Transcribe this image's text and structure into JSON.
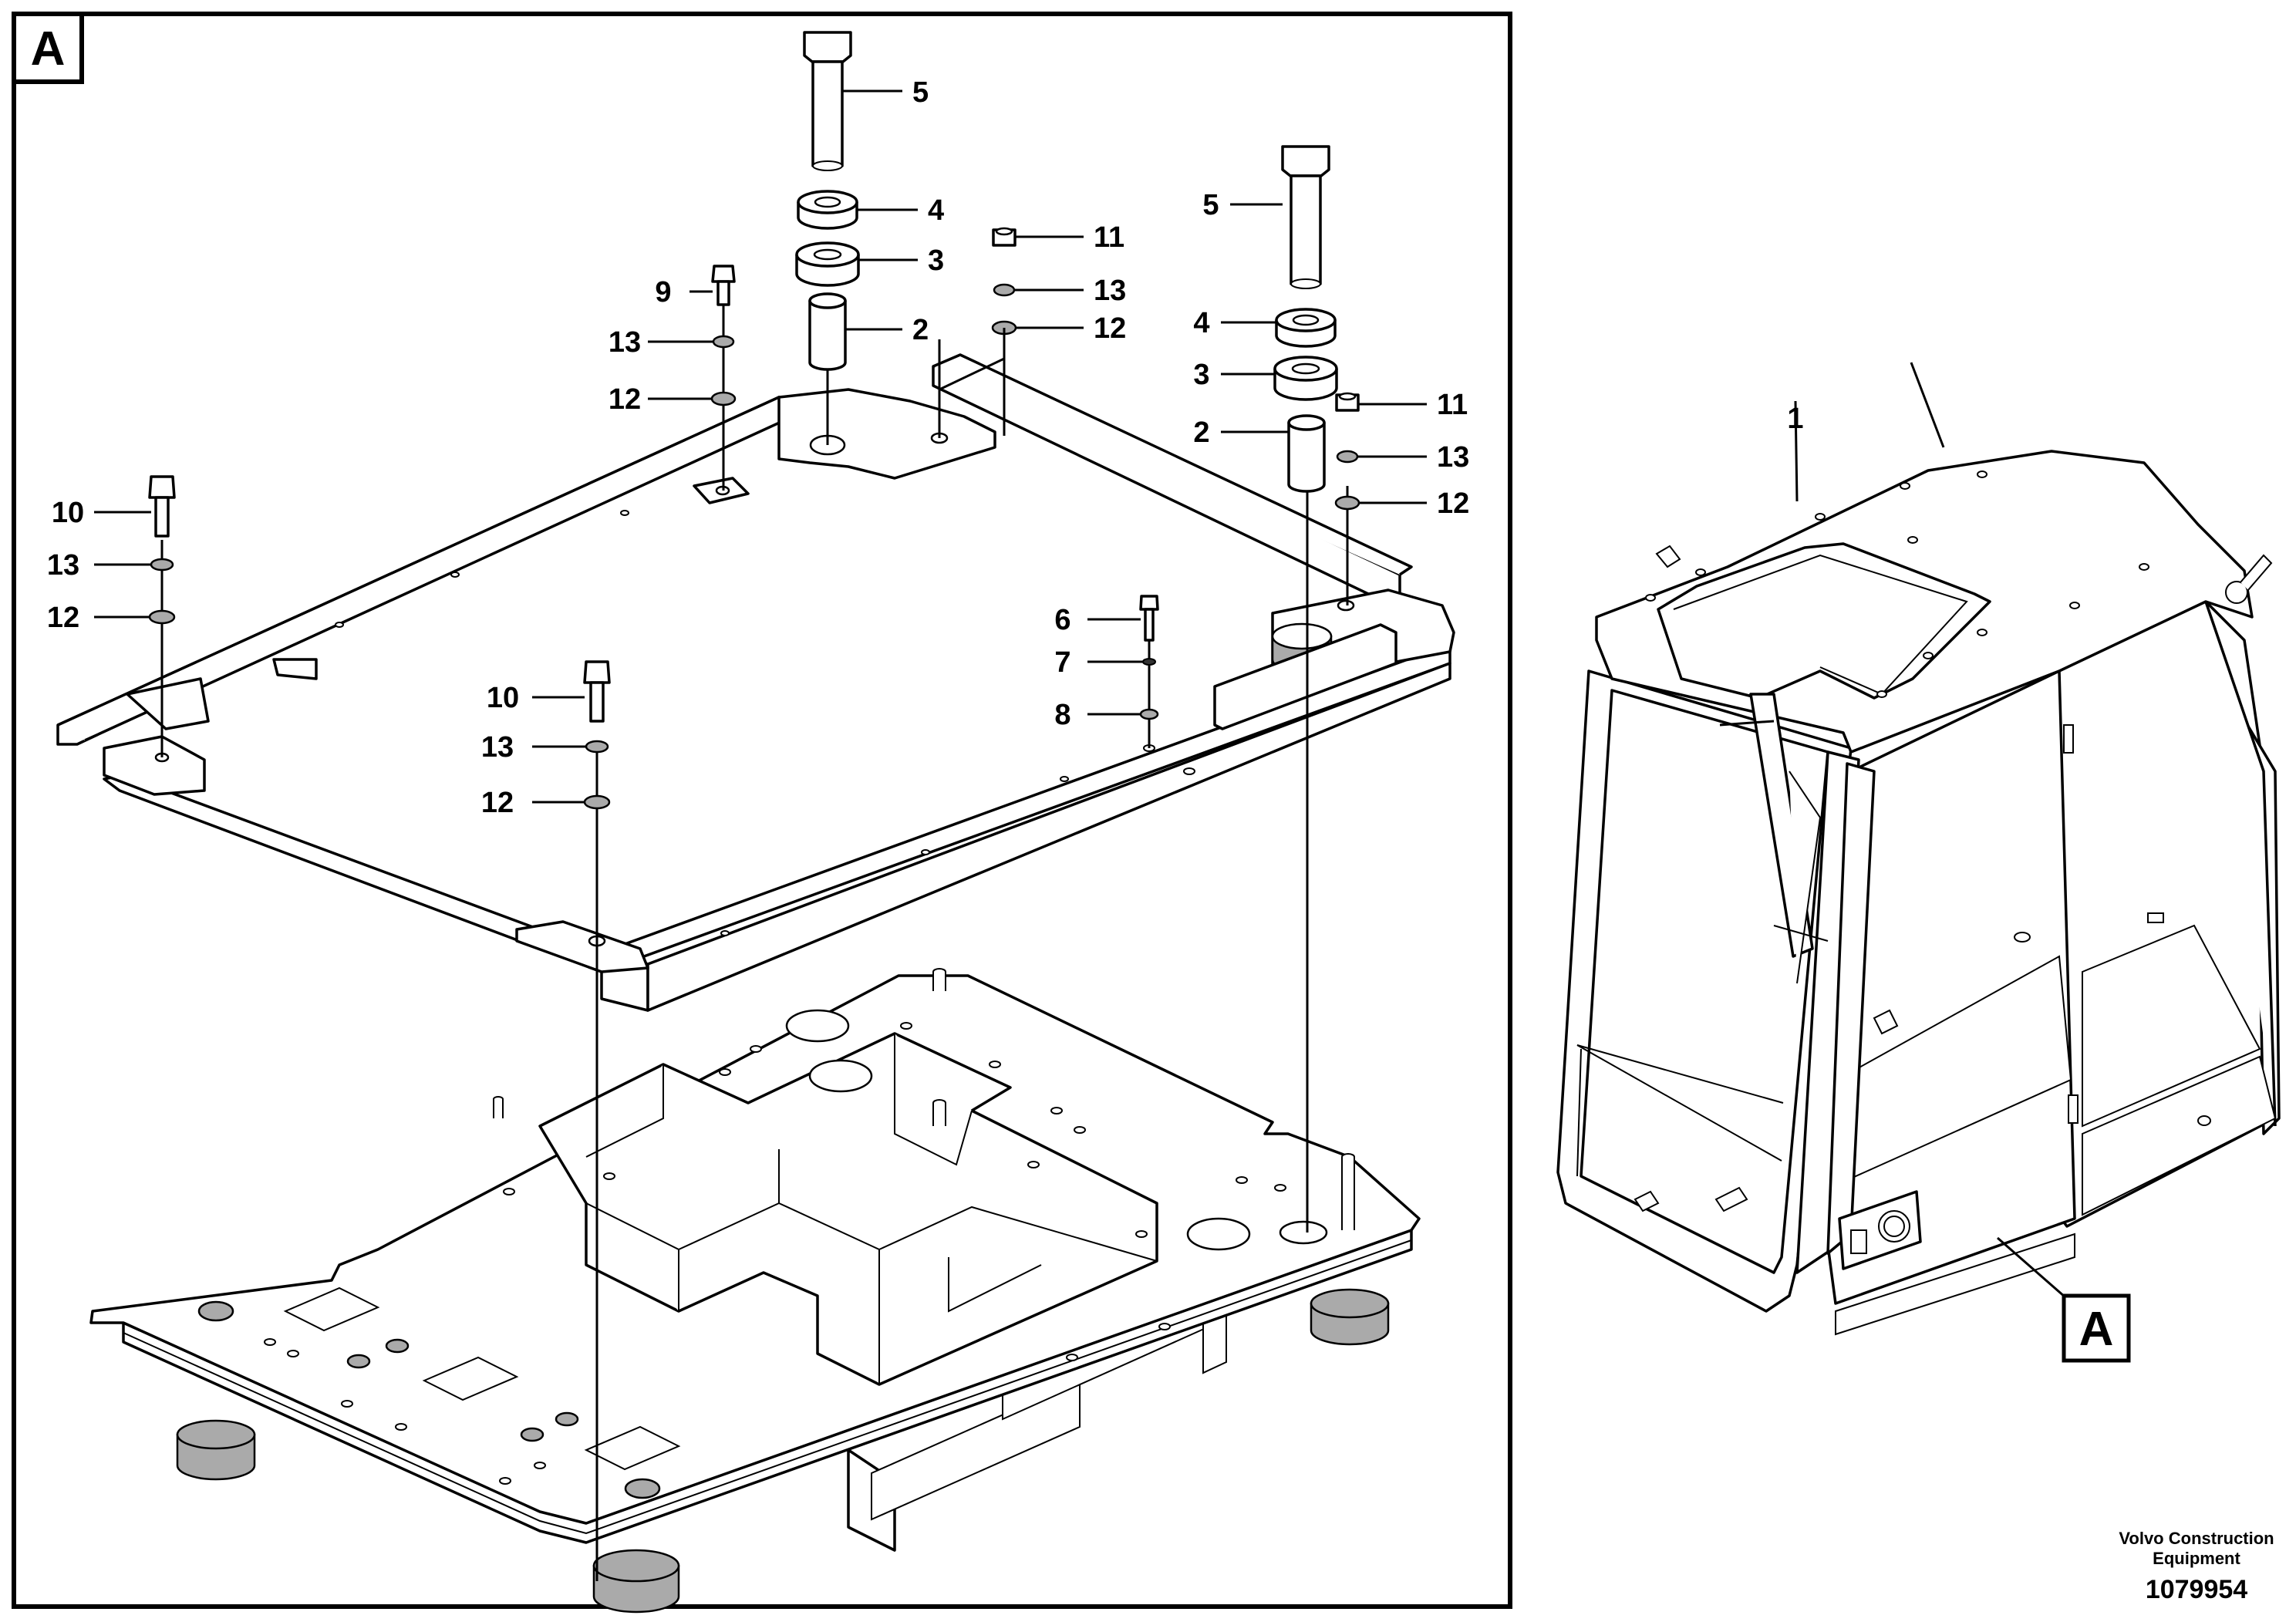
{
  "detail_view": {
    "marker_label": "A"
  },
  "callouts": {
    "c5_left": "5",
    "c4_left": "4",
    "c3_left": "3",
    "c2_left": "2",
    "c11_top": "11",
    "c13_top": "13",
    "c12_top": "12",
    "c9": "9",
    "c13_a": "13",
    "c12_a": "12",
    "c5_right": "5",
    "c4_right": "4",
    "c3_right": "3",
    "c2_right": "2",
    "c11_right": "11",
    "c13_right": "13",
    "c12_right": "12",
    "c10_left": "10",
    "c13_left": "13",
    "c12_left": "12",
    "c6": "6",
    "c7": "7",
    "c8": "8",
    "c10_mid": "10",
    "c13_mid": "13",
    "c12_mid": "12",
    "c1": "1"
  },
  "cab_view": {
    "detail_marker_label": "A"
  },
  "footer": {
    "brand_line1": "Volvo Construction",
    "brand_line2": "Equipment",
    "doc_number": "1079954"
  }
}
